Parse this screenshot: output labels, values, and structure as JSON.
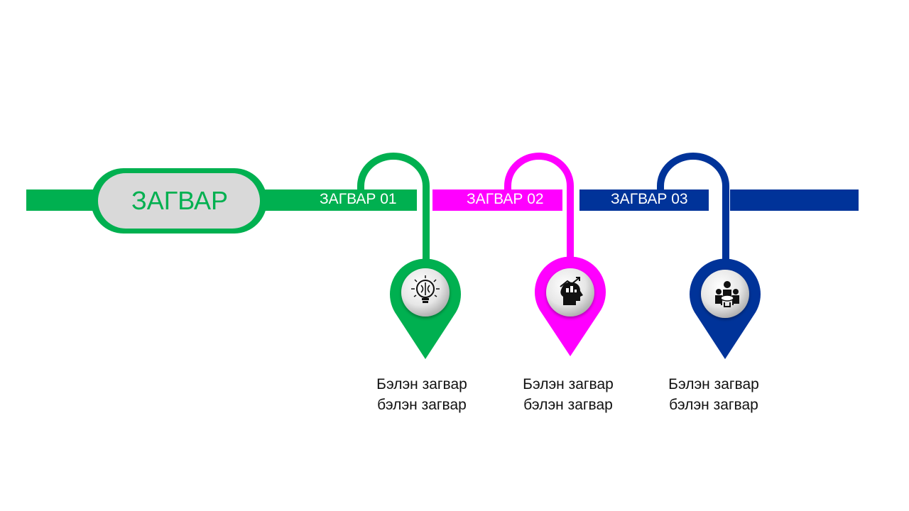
{
  "colors": {
    "green": "#00b050",
    "magenta": "#ff00ff",
    "navy": "#003399",
    "pill_fill": "#d9d9d9",
    "text": "#111111"
  },
  "title": "ЗАГВАР",
  "steps": [
    {
      "label": "ЗАГВАР 01",
      "icon": "lightbulb-brain-icon",
      "caption_line1": "Бэлэн загвар",
      "caption_line2": "бэлэн загвар"
    },
    {
      "label": "ЗАГВАР 02",
      "icon": "head-growth-chart-icon",
      "caption_line1": "Бэлэн загвар",
      "caption_line2": "бэлэн загвар"
    },
    {
      "label": "ЗАГВАР 03",
      "icon": "team-meeting-icon",
      "caption_line1": "Бэлэн загвар",
      "caption_line2": "бэлэн загвар"
    }
  ]
}
